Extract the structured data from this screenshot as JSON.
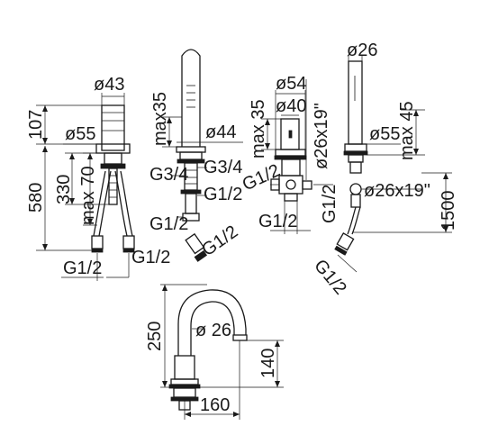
{
  "labels": {
    "d43": "ø43",
    "d55_left": "ø55",
    "h107": "107",
    "h580": "580",
    "h330": "330",
    "max70": "max 70",
    "g12_bottom_a": "G1/2",
    "g12_bottom_b": "G1/2",
    "max35_spout": "max35",
    "d44": "ø44",
    "g34_left": "G3/4",
    "g34_right": "G3/4",
    "g12_spout_a": "G1/2",
    "g12_spout_b": "G1/2",
    "g12_spout_c": "G1/2",
    "d54": "ø54",
    "d40": "ø40",
    "max35_valve": "max 35",
    "d26x19_valve": "ø26x19\"",
    "g12_valve_a": "G1/2",
    "g12_valve_b": "G1/2",
    "g12_valve_c": "G1/2",
    "d26_hand": "ø26",
    "d55_hand": "ø55",
    "max45": "max 45",
    "d26x19_hose": "ø26x19\"",
    "h1500": "1500",
    "g12_hose": "G1/2",
    "h250": "250",
    "d26_bottom": "ø 26",
    "h140": "140",
    "w160": "160"
  }
}
